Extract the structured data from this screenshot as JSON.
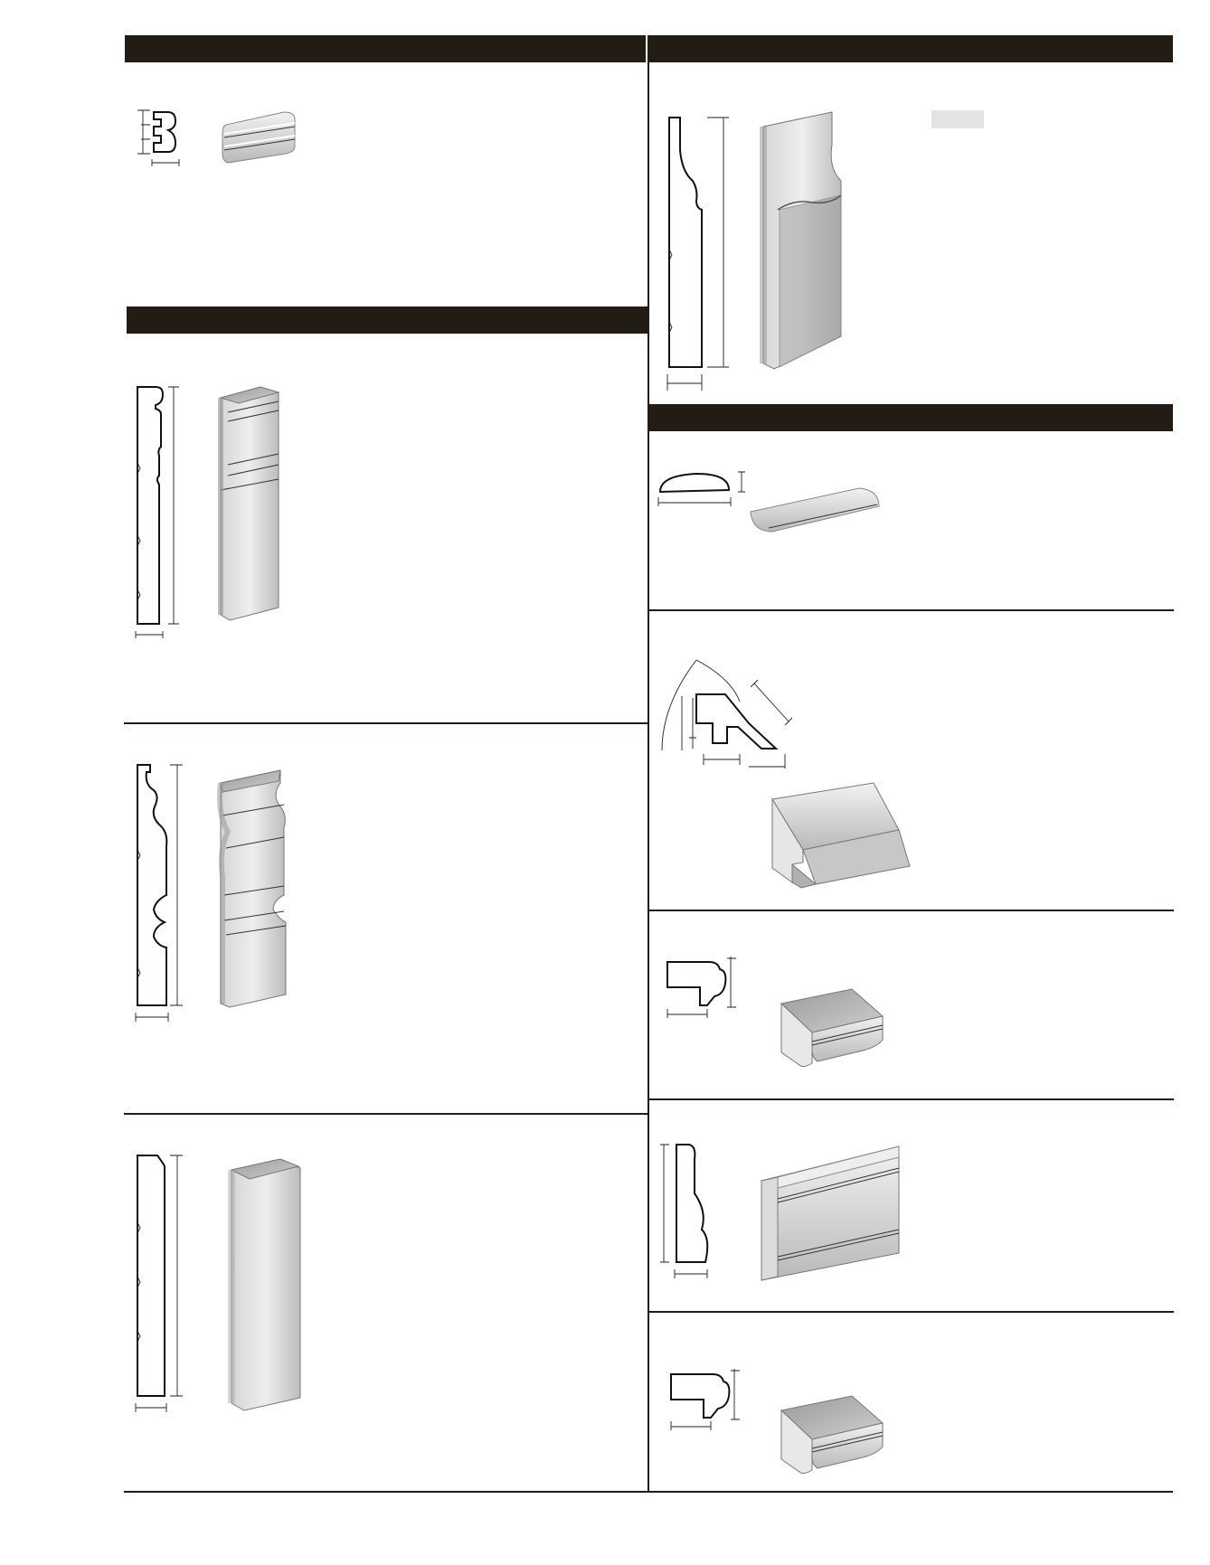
{
  "page": {
    "title": "",
    "section_headers": [
      "",
      "",
      "",
      ""
    ],
    "blank_tag": ""
  },
  "colors": {
    "header_bar": "#231c15",
    "rule": "#231c15",
    "swatch": "#e3e3e3",
    "molding_light": "#f4f4f4",
    "molding_mid": "#d8d8d8",
    "molding_dark": "#a9a9a9"
  },
  "figures": [
    "small-molding-profile",
    "baseboard-profile-1",
    "baseboard-profile-2",
    "baseboard-profile-3",
    "tall-baseboard-profile",
    "half-round-stop-profile",
    "crown-molding-profile",
    "cap-molding-profile-1",
    "casing-profile",
    "cap-molding-profile-2"
  ]
}
